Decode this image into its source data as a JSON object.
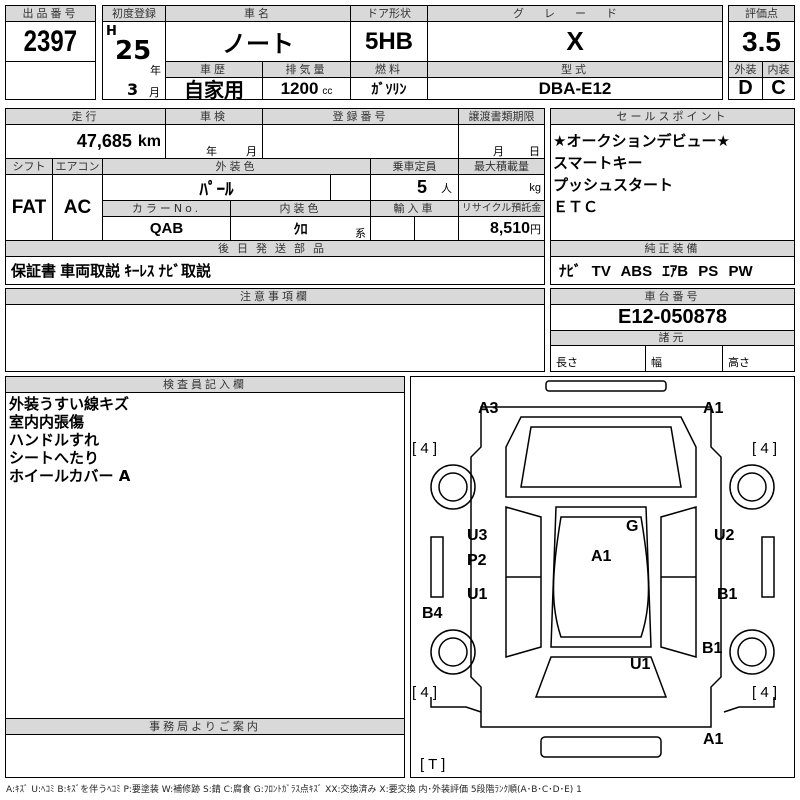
{
  "lot": {
    "label": "出品番号",
    "value": "2397"
  },
  "first_reg": {
    "label": "初度登録",
    "era": "H",
    "year": "25",
    "year_unit": "年",
    "month": "3",
    "month_unit": "月"
  },
  "car_name": {
    "label": "車名",
    "value": "ノート"
  },
  "door": {
    "label": "ドア形状",
    "value": "5HB"
  },
  "grade": {
    "label": "グレード",
    "value": "X"
  },
  "history": {
    "label": "車歴",
    "value": "自家用"
  },
  "displacement": {
    "label": "排気量",
    "value": "1200",
    "unit": "cc"
  },
  "fuel": {
    "label": "燃料",
    "value": "ｶﾞｿﾘﾝ"
  },
  "model": {
    "label": "型式",
    "value": "DBA-E12"
  },
  "score": {
    "label": "評価点",
    "value": "3.5",
    "ext_label": "外装",
    "int_label": "内装",
    "ext": "D",
    "int": "C"
  },
  "mileage": {
    "label": "走行",
    "value": "47,685",
    "unit": "km"
  },
  "inspection": {
    "label": "車検",
    "year_unit": "年",
    "month_unit": "月"
  },
  "reg_no": {
    "label": "登録番号"
  },
  "transfer": {
    "label": "譲渡書類期限",
    "month_unit": "月",
    "day_unit": "日"
  },
  "shift": {
    "label": "シフト",
    "value": "FAT"
  },
  "ac": {
    "label": "エアコン",
    "value": "AC"
  },
  "ext_color": {
    "label": "外装色",
    "value": "ﾊﾟｰﾙ"
  },
  "capacity": {
    "label": "乗車定員",
    "value": "5",
    "unit": "人"
  },
  "max_load": {
    "label": "最大積載量",
    "unit": "kg"
  },
  "color_no": {
    "label": "カラーNo.",
    "value": "QAB"
  },
  "int_color": {
    "label": "内装色",
    "value": "ｸﾛ",
    "unit": "系"
  },
  "import": {
    "label": "輸入車"
  },
  "recycle": {
    "label": "リサイクル預託金",
    "value": "8,510",
    "unit": "円"
  },
  "parts_later": {
    "label": "後日発送部品",
    "value": "保証書 車両取説 ｷｰﾚｽ ﾅﾋﾞ取説"
  },
  "sales_points": {
    "label": "セールスポイント",
    "items": [
      "★オークションデビュー★",
      "スマートキー",
      "プッシュスタート",
      "ＥＴＣ"
    ]
  },
  "equipment": {
    "label": "純正装備",
    "value": "ﾅﾋﾞ TV ABS ｴｱB PS PW"
  },
  "notes": {
    "label": "注意事項欄"
  },
  "chassis": {
    "label": "車台番号",
    "value": "E12-050878"
  },
  "specs": {
    "label": "諸元",
    "length": "長さ",
    "width": "幅",
    "height": "高さ"
  },
  "inspector": {
    "label": "検査員記入欄",
    "items": [
      "外装うすい線キズ",
      "室内内張傷",
      "ハンドルすれ",
      "シートへたり",
      "ホイールカバー A"
    ]
  },
  "office": {
    "label": "事務局よりご案内"
  },
  "diagram": {
    "marks": [
      "A3",
      "A1",
      "[ 4 ]",
      "[ 4 ]",
      "G",
      "U3",
      "U2",
      "P2",
      "A1",
      "U1",
      "B1",
      "B4",
      "B1",
      "U1",
      "[ 4 ]",
      "[ 4 ]",
      "A1",
      "[ T ]"
    ]
  },
  "legend": "A:ｷｽﾞ U:ﾍｺﾐ B:ｷｽﾞを伴うﾍｺﾐ P:要塗装 W:補修跡 S:錆 C:腐食 G:ﾌﾛﾝﾄｶﾞﾗｽ点ｷｽﾞ XX:交換済み X:要交換  内･外装評価  5段階ﾗﾝｸ順(A･B･C･D･E) 1"
}
